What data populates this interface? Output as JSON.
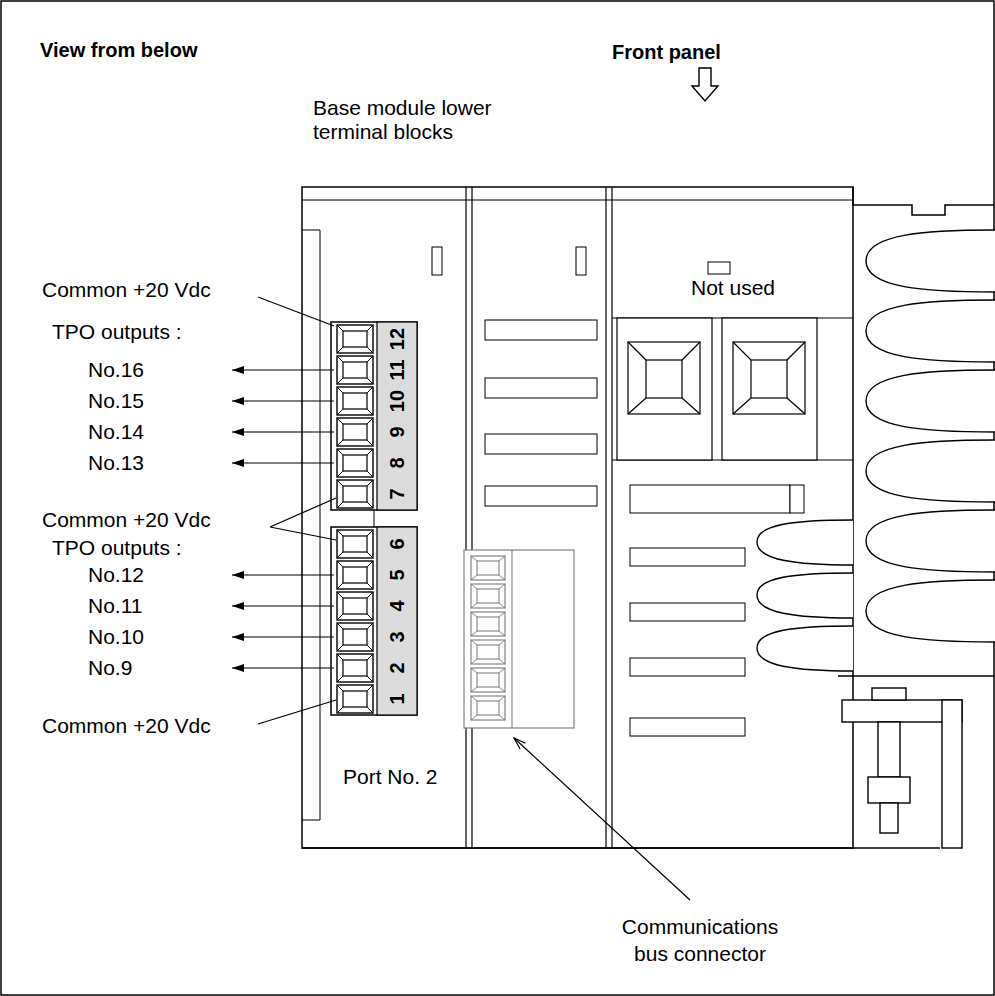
{
  "diagram": {
    "title": "View from below",
    "labels": [
      "Front panel",
      "Base module lower terminal blocks",
      "Common +20 Vdc",
      "TPO outputs :",
      "No.16",
      "No.15",
      "No.14",
      "No.13",
      "12",
      "11",
      "10",
      "9",
      "8",
      "7",
      "Not used",
      "Common +20 Vdc",
      "TPO outputs :",
      "No.12",
      "No.11",
      "No.10",
      "No.9",
      "6",
      "5",
      "4",
      "3",
      "2",
      "1",
      "Common +20 Vdc",
      "Port No. 2",
      "Communications bus connector"
    ]
  }
}
